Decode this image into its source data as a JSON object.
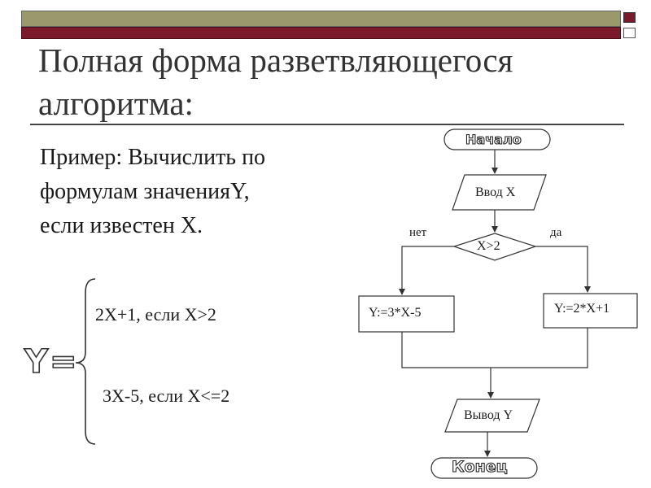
{
  "slide": {
    "title": "Полная форма разветвляющегося алгоритма:",
    "example_lines": [
      "Пример: Вычислить по",
      "формулам значенияY,",
      "если известен X."
    ],
    "formula": {
      "lhs": "Y=",
      "case_1": "2X+1, если X>2",
      "case_2": "3X-5, если X<=2"
    }
  },
  "flowchart": {
    "start": "Начало",
    "input": "Ввод X",
    "condition": "X>2",
    "label_no": "нет",
    "label_yes": "да",
    "branch_no": "Y:=3*X-5",
    "branch_yes": "Y:=2*X+1",
    "output": "Вывод Y",
    "end": "Конец"
  },
  "colors": {
    "top_bar": "#99996b",
    "accent_bar": "#7a1a2a",
    "title_text": "#333333"
  }
}
